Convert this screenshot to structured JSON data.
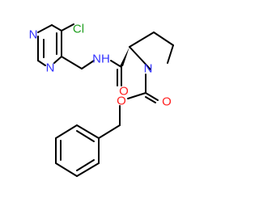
{
  "molecule": {
    "atoms": {
      "n_pyrazine_top": "N",
      "n_pyrazine_bottom": "N",
      "cl": "Cl",
      "n_amide": "NH",
      "n_pyrrolidine": "N",
      "o_amide": "O",
      "o_ester": "O",
      "o_carbonyl": "O"
    }
  },
  "colors": {
    "nitrogen": "#3333ff",
    "chlorine": "#22a022",
    "oxygen": "#ff2020",
    "bond": "#000000"
  }
}
